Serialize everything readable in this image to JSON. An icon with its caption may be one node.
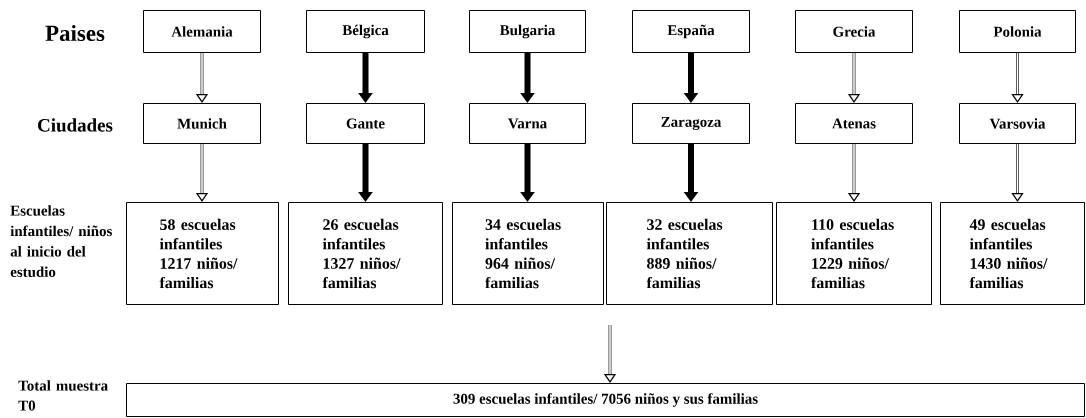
{
  "diagram": {
    "nodes": [
      {
        "text": [
          "Alemania"
        ]
      },
      {
        "text": [
          "Bélgica"
        ]
      },
      {
        "text": [
          "Bulgaria"
        ]
      },
      {
        "text": [
          "España"
        ]
      },
      {
        "text": [
          "Grecia"
        ]
      },
      {
        "text": [
          "Polonia"
        ]
      },
      {
        "text": [
          "Munich"
        ]
      },
      {
        "text": [
          "Gante"
        ]
      },
      {
        "text": [
          "Varna"
        ]
      },
      {
        "text": [
          "Zaragoza"
        ]
      },
      {
        "text": [
          "Atenas"
        ]
      },
      {
        "text": [
          "Varsovia"
        ]
      },
      {
        "text": [
          "58 escuelas infantiles 1217 niños/ familias"
        ]
      },
      {
        "text": [
          "26 escuelas infantiles 1327 niños/ familias"
        ]
      },
      {
        "text": [
          "34 escuelas infantiles 964 niños/ familias"
        ]
      },
      {
        "text": [
          "32 escuelas infantiles 889 niños/ familias"
        ]
      },
      {
        "text": [
          "110 escuelas infantiles 1229 niños/ familias"
        ]
      },
      {
        "text": [
          "49 escuelas infantiles 1430 niños/ familias"
        ]
      },
      {
        "text": [
          "309 escuelas infantiles/ 7056 niños y sus familias"
        ]
      }
    ],
    "edges": [
      {
        "from": 0,
        "to": 6,
        "arrow": "to"
      },
      {
        "from": 1,
        "to": 7,
        "arrow": "to",
        "style": "thick"
      },
      {
        "from": 2,
        "to": 8,
        "arrow": "to",
        "style": "thick"
      },
      {
        "from": 3,
        "to": 9,
        "arrow": "to",
        "style": "thick"
      },
      {
        "from": 4,
        "to": 10,
        "arrow": "to"
      },
      {
        "from": 5,
        "to": 11,
        "arrow": "to"
      },
      {
        "from": 6,
        "to": 12,
        "arrow": "to"
      },
      {
        "from": 7,
        "to": 13,
        "arrow": "to",
        "style": "thick"
      },
      {
        "from": 8,
        "to": 14,
        "arrow": "to",
        "style": "thick"
      },
      {
        "from": 9,
        "to": 15,
        "arrow": "to",
        "style": "thick"
      },
      {
        "from": 10,
        "to": 16,
        "arrow": "to"
      },
      {
        "from": 11,
        "to": 17,
        "arrow": "to"
      },
      {
        "from": null,
        "to": 18,
        "arrow": "to"
      }
    ],
    "labels": [
      "Paises",
      "Ciudades",
      "Escuelas infantiles/ niños al inicio del estudio",
      "Total muestra T0"
    ]
  }
}
